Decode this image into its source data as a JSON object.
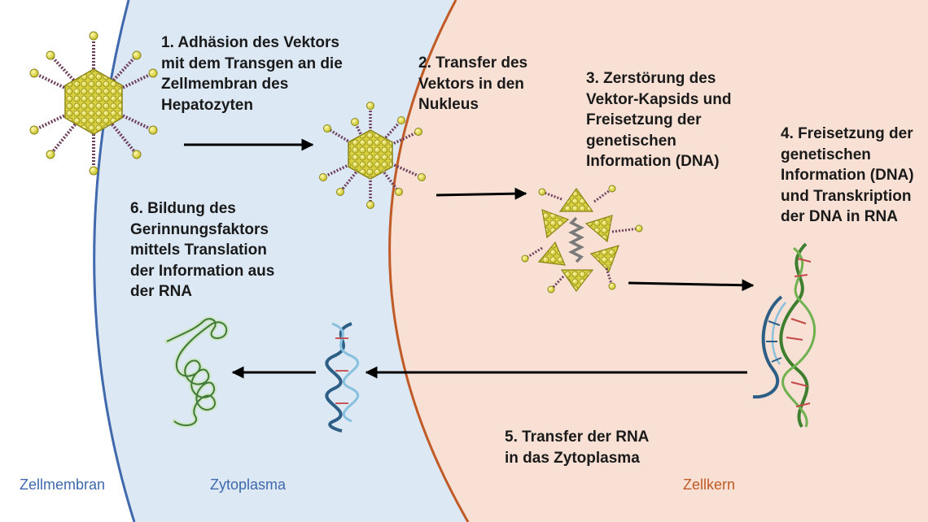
{
  "steps": [
    {
      "text": "1. Adhäsion des Vektors\nmit dem Transgen an die\nZellmembran des\nHepatozyten"
    },
    {
      "text": "2. Transfer des\nVektors in den\nNukleus"
    },
    {
      "text": "3. Zerstörung des\nVektor-Kapsids und\nFreisetzung der\ngenetischen\nInformation (DNA)"
    },
    {
      "text": "4. Freisetzung der\ngenetischen\nInformation (DNA)\nund Transkription\nder DNA in RNA"
    },
    {
      "text": "5. Transfer der RNA\nin das Zytoplasma"
    },
    {
      "text": "6. Bildung des\nGerinnungsfaktors\nmittels Translation\nder Information aus\nder RNA"
    }
  ],
  "regions": {
    "membrane": "Zellmembran",
    "cytoplasm": "Zytoplasma",
    "nucleus": "Zellkern"
  },
  "colors": {
    "cytoplasm_fill": "#dce8f4",
    "membrane_stroke": "#3f68ad",
    "nucleus_fill": "#f8e0d4",
    "nucleus_stroke": "#c05a26",
    "capsid": "#e9e35a",
    "capsid_dark": "#8a8518",
    "spike_pink": "#d6a5c4",
    "dna_blue": "#5aa7d0",
    "dna_green": "#62a14f",
    "protein_green": "#3f7a3a",
    "label_text": "#1a1a1a"
  },
  "icons": [
    "vector-virus-icon",
    "capsid-fragment-icon",
    "dna-helix-icon",
    "rna-strand-icon",
    "protein-chain-icon",
    "arrow-icon"
  ]
}
